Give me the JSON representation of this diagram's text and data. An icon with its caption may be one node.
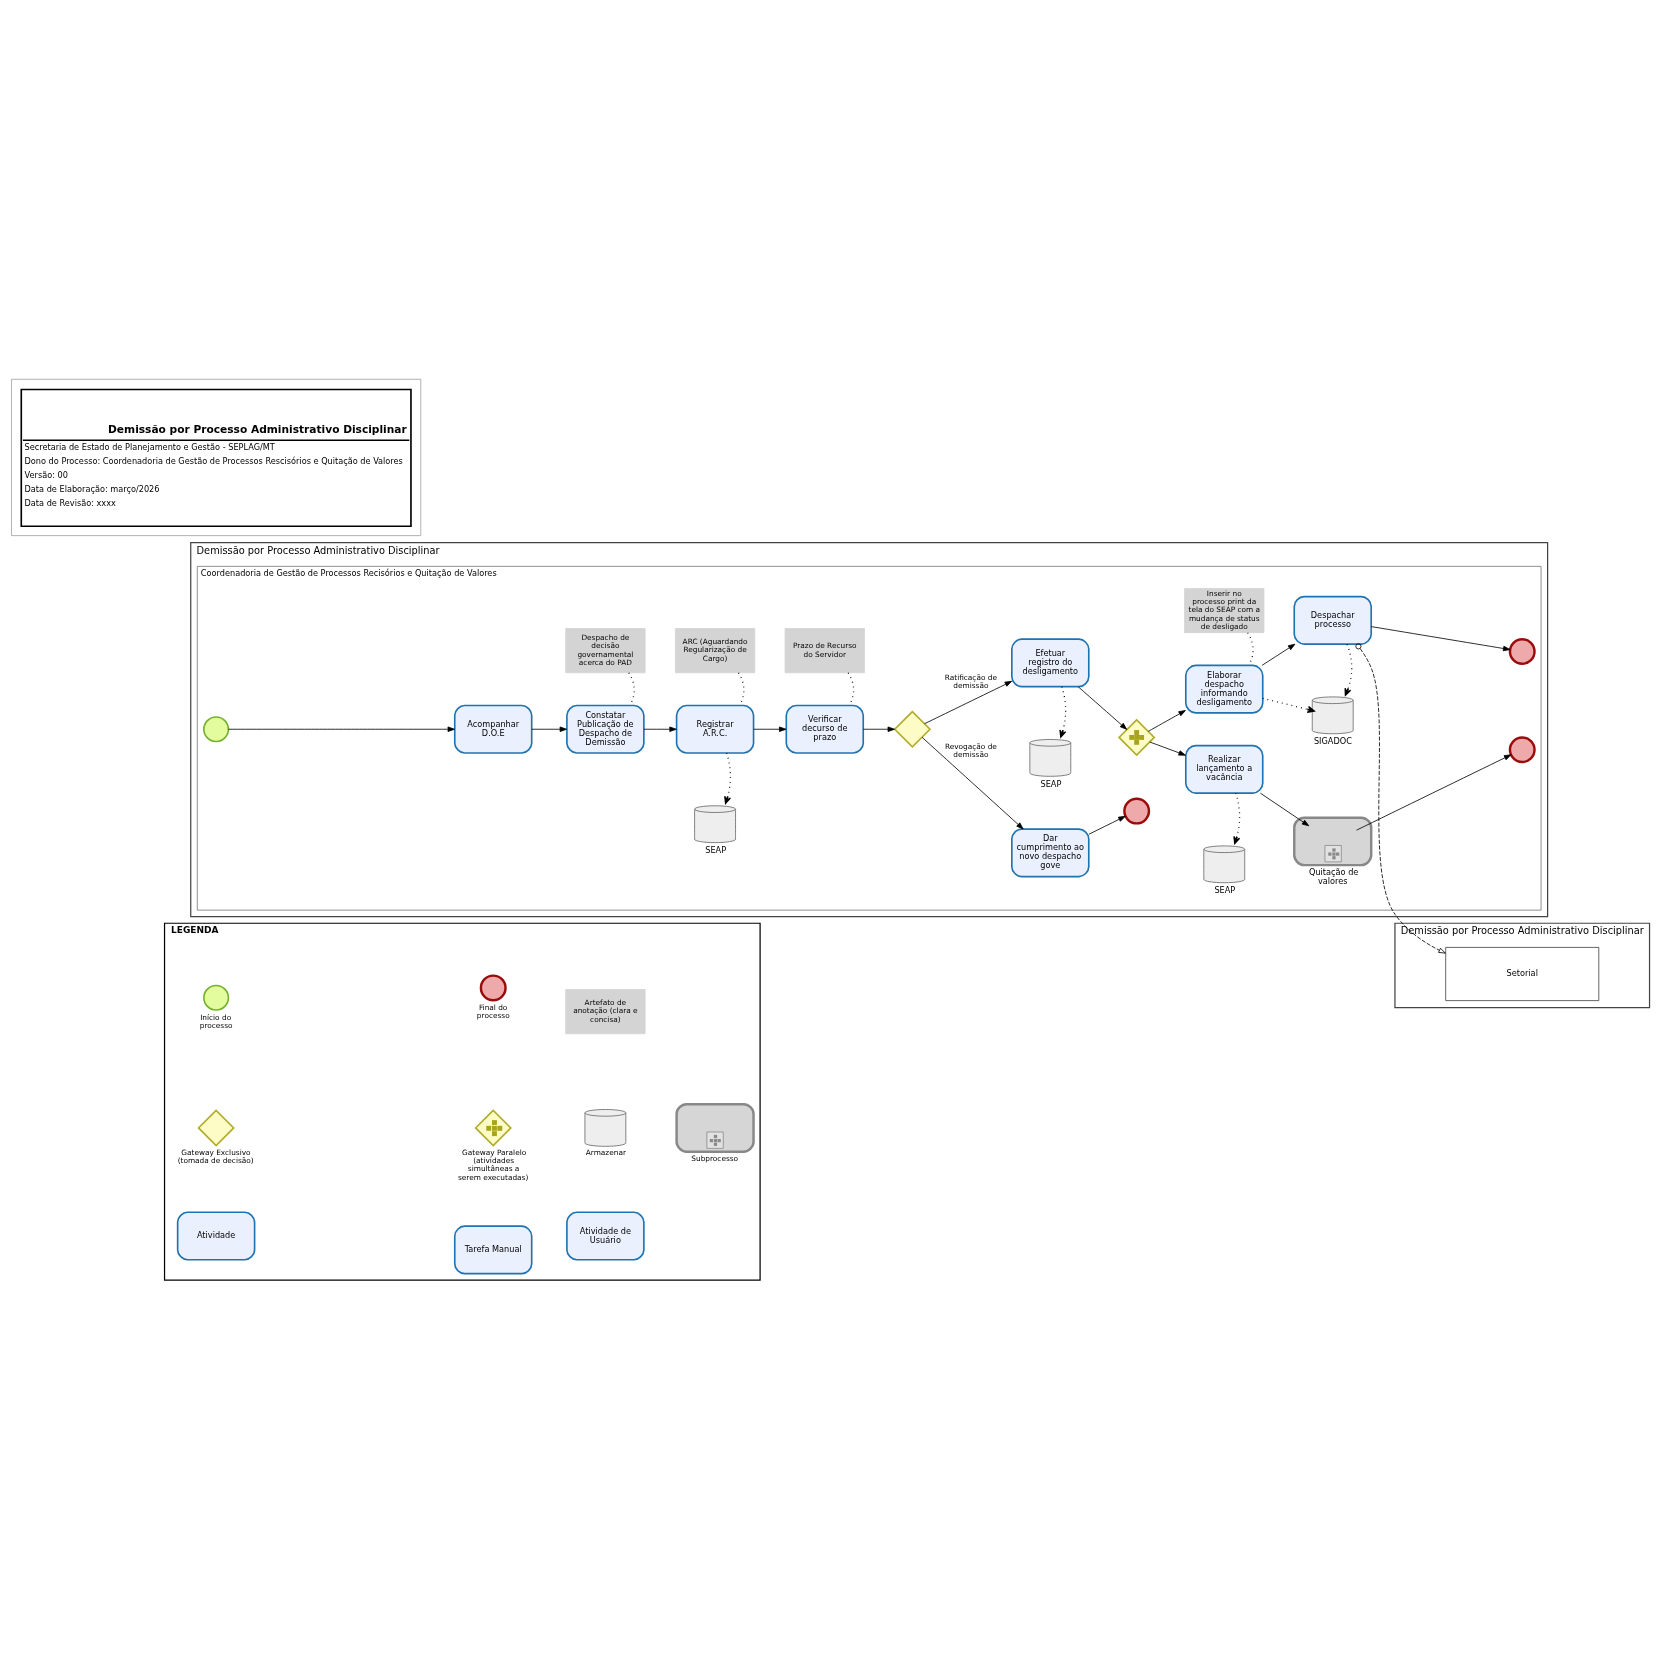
{
  "diagram": {
    "nodes": [
      {
        "text": [
          "Demissão por Processo Administrativo Disciplinar",
          "Secretaria de Estado de Planejamento e Gestão - SEPLAG/MT",
          "Dono do Processo: Coordenadoria de Gestão de Processos Rescisórios e Quitação de Valores",
          "Versão: 00",
          "Data de Elaboração: março/2026",
          "Data de Revisão: xxxx"
        ]
      },
      {
        "text": [
          "Demissão por Processo Administrativo Disciplinar"
        ]
      },
      {
        "text": [
          "Setorial"
        ],
        "in": 1
      },
      {
        "text": [
          "Demissão por Processo Administrativo Disciplinar"
        ]
      },
      {
        "text": [
          "Coordenadoria de Gestão de Processos Recisórios e Quitação de Valores"
        ],
        "in": 3
      },
      {
        "text": [],
        "shape": "circle",
        "in": 4
      },
      {
        "text": [
          "Acompanhar D.O.E"
        ],
        "in": 4
      },
      {
        "text": [
          "Despacho de decisão governamental acerca do PAD"
        ],
        "in": 4
      },
      {
        "text": [
          "Constatar Publicação de Despacho de Demissão"
        ],
        "in": 4
      },
      {
        "text": [
          "ARC (Aguardando Regularização de Cargo)"
        ],
        "in": 4
      },
      {
        "text": [
          "Registrar A.R.C."
        ],
        "in": 4
      },
      {
        "text": [
          "SEAP"
        ],
        "in": 4
      },
      {
        "text": [
          "Prazo de Recurso do Servidor"
        ],
        "in": 4
      },
      {
        "text": [
          "Verificar decurso de prazo"
        ],
        "in": 4
      },
      {
        "text": [],
        "shape": "diamond",
        "in": 4
      },
      {
        "text": [
          "Efetuar registro do desligamento"
        ],
        "in": 4
      },
      {
        "text": [
          "SEAP"
        ],
        "in": 4
      },
      {
        "text": [],
        "shape": "diamond",
        "in": 4
      },
      {
        "text": [
          "Inserir no processo print da tela do SEAP com a mudança de status de desligado"
        ],
        "in": 4
      },
      {
        "text": [
          "Elaborar despacho informando desligamento"
        ],
        "in": 4
      },
      {
        "text": [
          "Despachar processo"
        ],
        "in": 4
      },
      {
        "text": [],
        "shape": "circle",
        "in": 4
      },
      {
        "text": [
          "SIGADOC"
        ],
        "in": 4
      },
      {
        "text": [
          "Realizar lançamento a vacância"
        ],
        "in": 4
      },
      {
        "text": [
          "Quitação de valores"
        ],
        "in": 4
      },
      {
        "text": [],
        "shape": "circle",
        "in": 4
      },
      {
        "text": [
          "SEAP"
        ],
        "in": 4
      },
      {
        "text": [
          "Dar cumprimento ao novo despacho gove"
        ],
        "in": 4
      },
      {
        "text": [],
        "shape": "circle",
        "in": 4
      },
      {
        "text": [
          "LEGENDA"
        ]
      },
      {
        "text": [
          "Início do processo"
        ],
        "in": 29
      },
      {
        "text": [
          "Final do processo"
        ],
        "in": 29
      },
      {
        "text": [
          "Artefato de anotação (clara e concisa)"
        ],
        "in": 29
      },
      {
        "text": [
          "Gateway Exclusivo (tomada de decisão)"
        ],
        "in": 29
      },
      {
        "text": [
          "Gateway Paralelo (atividades simultâneas a serem executadas)"
        ],
        "in": 29
      },
      {
        "text": [
          "Armazenar"
        ],
        "in": 29
      },
      {
        "text": [
          "Subprocesso"
        ],
        "in": 29
      },
      {
        "text": [
          "Atividade"
        ],
        "in": 29
      },
      {
        "text": [
          "Tarefa Manual"
        ],
        "in": 29
      },
      {
        "text": [
          "Atividade de Usuário"
        ],
        "in": 29
      }
    ],
    "edges": [
      {
        "from": 5,
        "to": 6,
        "arrow": "to"
      },
      {
        "from": 6,
        "to": 8,
        "arrow": "to"
      },
      {
        "from": 8,
        "to": 10,
        "arrow": "to"
      },
      {
        "from": 10,
        "to": 13,
        "arrow": "to"
      },
      {
        "from": 13,
        "to": 14,
        "arrow": "to"
      },
      {
        "from": 14,
        "to": 15,
        "arrow": "to",
        "label": "Ratificação de demissão"
      },
      {
        "from": 14,
        "to": 27,
        "arrow": "to",
        "label": "Revogação de demissão"
      },
      {
        "from": 15,
        "to": 17,
        "arrow": "to"
      },
      {
        "from": 17,
        "to": 19,
        "arrow": "to"
      },
      {
        "from": 17,
        "to": 23,
        "arrow": "to"
      },
      {
        "from": 19,
        "to": 20,
        "arrow": "to"
      },
      {
        "from": 20,
        "to": 21,
        "arrow": "to"
      },
      {
        "from": 23,
        "to": 24,
        "arrow": "to"
      },
      {
        "from": 24,
        "to": 25,
        "arrow": "to"
      },
      {
        "from": 27,
        "to": 28,
        "arrow": "to"
      },
      {
        "from": 7,
        "to": 8,
        "arrow": "none",
        "style": "dashed"
      },
      {
        "from": 9,
        "to": 10,
        "arrow": "none",
        "style": "dashed"
      },
      {
        "from": 10,
        "to": 11,
        "arrow": "to",
        "style": "dashed"
      },
      {
        "from": 12,
        "to": 13,
        "arrow": "none",
        "style": "dashed"
      },
      {
        "from": 15,
        "to": 16,
        "arrow": "to",
        "style": "dashed"
      },
      {
        "from": 18,
        "to": 19,
        "arrow": "none",
        "style": "dashed"
      },
      {
        "from": 19,
        "to": 22,
        "arrow": "to",
        "style": "dashed"
      },
      {
        "from": 20,
        "to": 22,
        "arrow": "to",
        "style": "dashed"
      },
      {
        "from": 23,
        "to": 26,
        "arrow": "to",
        "style": "dashed"
      },
      {
        "from": 20,
        "to": 2,
        "arrow": "to",
        "style": "dashed"
      }
    ]
  }
}
